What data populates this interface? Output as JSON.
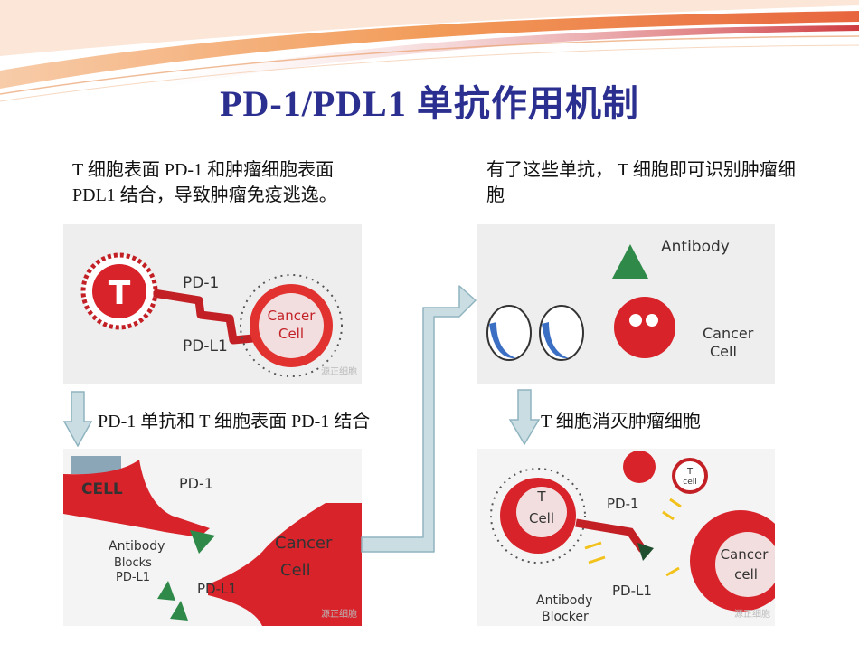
{
  "slide": {
    "title": "PD-1/PDL1 单抗作用机制",
    "captions": {
      "top_left": "T 细胞表面 PD-1 和肿瘤细胞表面 PDL1 结合，导致肿瘤免疫逃逸。",
      "top_right": "有了这些单抗， T 细胞即可识别肿瘤细胞",
      "bottom_left": "PD-1 单抗和 T 细胞表面 PD-1 结合",
      "bottom_right": "T 细胞消灭肿瘤细胞"
    }
  },
  "panels": {
    "panel1": {
      "t_letter": "T",
      "pd1": "PD-1",
      "pdl1": "PD-L1",
      "cancer": "Cancer",
      "cell": "Cell",
      "watermark": "源正细胞"
    },
    "panel2": {
      "antibody": "Antibody",
      "cancer": "Cancer",
      "cell": "Cell"
    },
    "panel3": {
      "cell": "CELL",
      "pd1": "PD-1",
      "antibody": "Antibody",
      "blocks": "Blocks",
      "pdl1_label": "PD-L1",
      "pdl1": "PD-L1",
      "cancer": "Cancer",
      "cell2": "Cell",
      "watermark": "源正细胞"
    },
    "panel4": {
      "t": "T",
      "cell": "Cell",
      "t_small": "T",
      "cell_small": "cell",
      "pd1": "PD-1",
      "pdl1": "PD-L1",
      "cancer": "Cancer",
      "cell2": "cell",
      "antibody": "Antibody",
      "blocker": "Blocker",
      "watermark": "源正细胞"
    }
  },
  "colors": {
    "title": "#2b2f8f",
    "arrow_fill": "#c9dde3",
    "arrow_stroke": "#8fb4c0",
    "cell_red": "#d8232a",
    "antibody_green": "#2f8a4a",
    "t_cell_blue": "#3b6fc4"
  },
  "icons": [
    "down-arrow-icon",
    "right-arrow-icon"
  ]
}
